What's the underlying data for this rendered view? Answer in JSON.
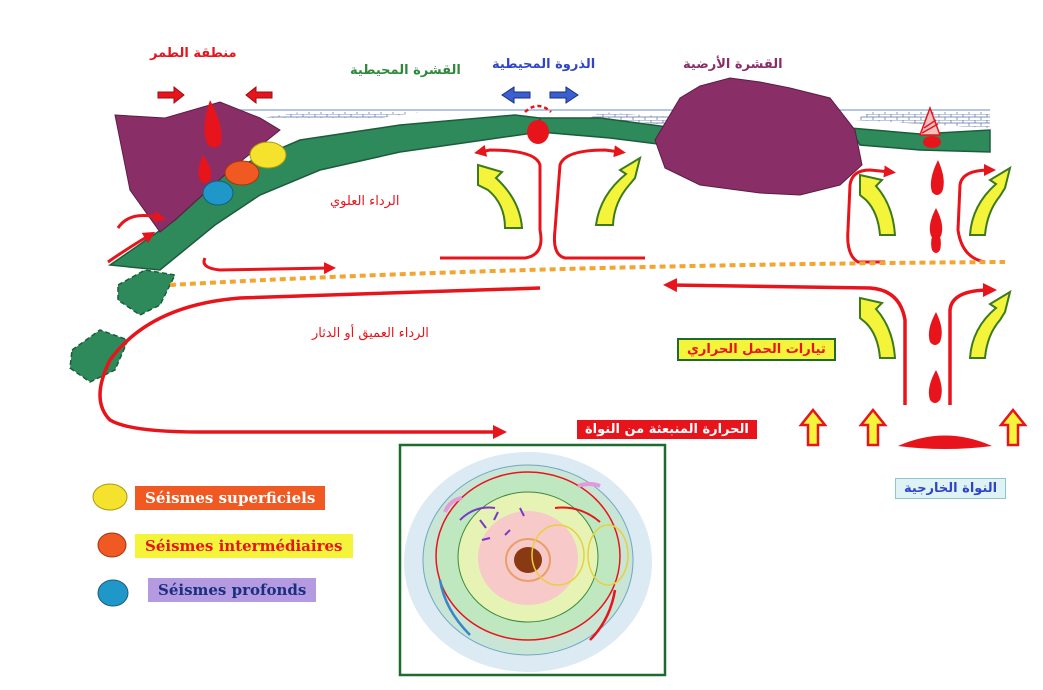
{
  "labels": {
    "subduction_zone": "منطقة الطمر",
    "oceanic_crust": "القشرة المحيطية",
    "oceanic_ridge": "الذروة المحيطية",
    "continental_crust": "القشرة الأرضية",
    "upper_mantle": "الرداء العلوي",
    "deep_mantle": "الرداء العميق أو الدثار",
    "convection_currents": "تيارات الحمل الحراري",
    "core_heat": "الحرارة المنبعثة من النواة",
    "outer_core": "النواة الخارجية"
  },
  "legend": {
    "shallow": "Séismes superficiels",
    "intermediate": "Séismes intermédiaires",
    "deep": "Séismes profonds"
  },
  "colors": {
    "shallow": "#f4e22c",
    "intermediate": "#f05a22",
    "deep": "#1f97c8",
    "oceanic_crust": "#2e8a5a",
    "continental_crust": "#8a2e67",
    "convection": "#e8141c"
  }
}
